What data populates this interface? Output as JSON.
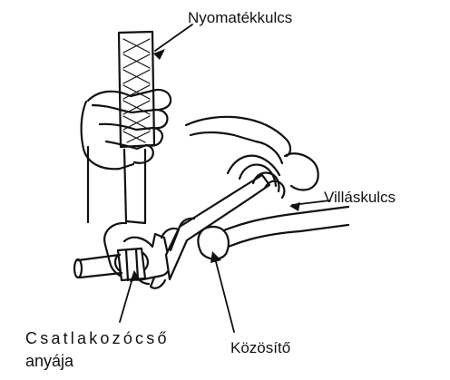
{
  "labels": {
    "torque_wrench": "Nyomatékkulcs",
    "open_wrench": "Villáskulcs",
    "common_part": "Közösítő",
    "nut_line1": "Csatlakozócső",
    "nut_line2": "anyája"
  },
  "colors": {
    "ink": "#111111",
    "background": "#ffffff"
  }
}
